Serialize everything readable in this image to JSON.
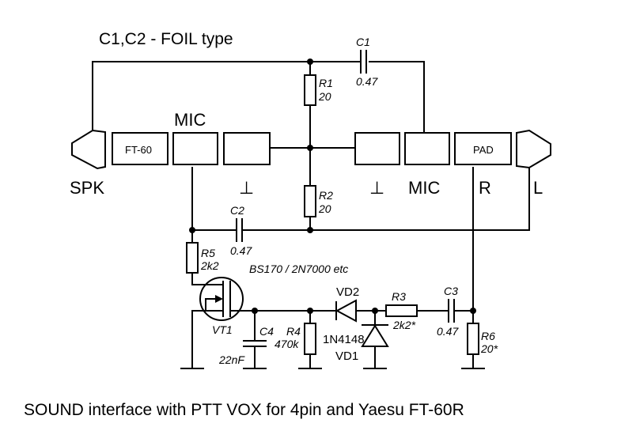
{
  "diagram": {
    "title": "SOUND interface with PTT VOX for 4pin and Yaesu FT-60R",
    "note": "C1,C2 - FOIL type",
    "connectors": {
      "left_plug": {
        "label": "SPK",
        "pins": [
          "FT-60",
          "MIC",
          "⊥"
        ]
      },
      "right_plug": {
        "label": "L",
        "pins": [
          "⊥",
          "MIC",
          "PAD",
          "R"
        ]
      },
      "left_mic_label": "MIC",
      "left_ground_label": "⊥",
      "right_ground_label": "⊥",
      "right_mic_label": "MIC",
      "right_r_label": "R",
      "right_l_label": "L",
      "ft60_label": "FT-60",
      "pad_label": "PAD"
    },
    "components": {
      "C1": {
        "name": "C1",
        "value": "0.47"
      },
      "C2": {
        "name": "C2",
        "value": "0.47"
      },
      "C3": {
        "name": "C3",
        "value": "0.47"
      },
      "C4": {
        "name": "C4",
        "value": "22nF"
      },
      "R1": {
        "name": "R1",
        "value": "20"
      },
      "R2": {
        "name": "R2",
        "value": "20"
      },
      "R3": {
        "name": "R3",
        "value": "2k2*"
      },
      "R4": {
        "name": "R4",
        "value": "470k"
      },
      "R5": {
        "name": "R5",
        "value": "2k2"
      },
      "R6": {
        "name": "R6",
        "value": "20*"
      },
      "VT1": {
        "name": "VT1",
        "type": "BS170 / 2N7000 etc"
      },
      "VD1": {
        "name": "VD1"
      },
      "VD2": {
        "name": "VD2"
      },
      "diode_type": "1N4148"
    }
  }
}
